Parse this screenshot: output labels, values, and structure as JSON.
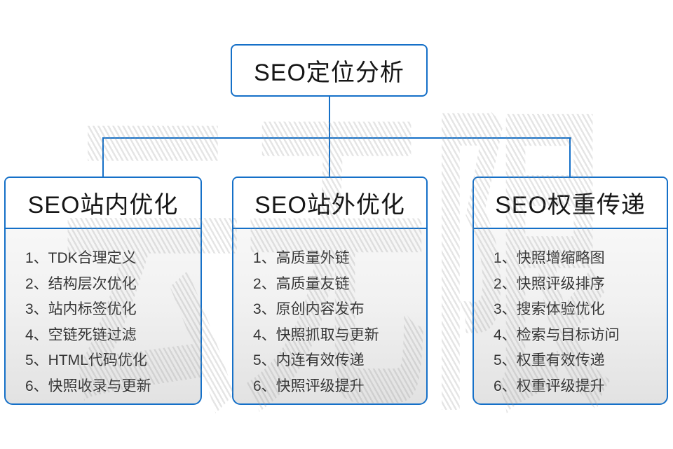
{
  "diagram": {
    "root": {
      "label": "SEO定位分析"
    },
    "watermark": "云无限",
    "columns": [
      {
        "header": "SEO站内优化",
        "items": [
          "1、TDK合理定义",
          "2、结构层次优化",
          "3、站内标签优化",
          "4、空链死链过滤",
          "5、HTML代码优化",
          "6、快照收录与更新"
        ]
      },
      {
        "header": "SEO站外优化",
        "items": [
          "1、高质量外链",
          "2、高质量友链",
          "3、原创内容发布",
          "4、快照抓取与更新",
          "5、内连有效传递",
          "6、快照评级提升"
        ]
      },
      {
        "header": "SEO权重传递",
        "items": [
          "1、快照增缩略图",
          "2、快照评级排序",
          "3、搜索体验优化",
          "4、检索与目标访问",
          "5、权重有效传递",
          "6、权重评级提升"
        ]
      }
    ],
    "colors": {
      "line_blue": "#1570c8",
      "header_text": "#161616",
      "list_text": "#333333",
      "list_bg_top": "#fcfcfc",
      "list_bg_bottom": "#e2e2e2",
      "watermark_hatch": "#ebebeb"
    }
  }
}
